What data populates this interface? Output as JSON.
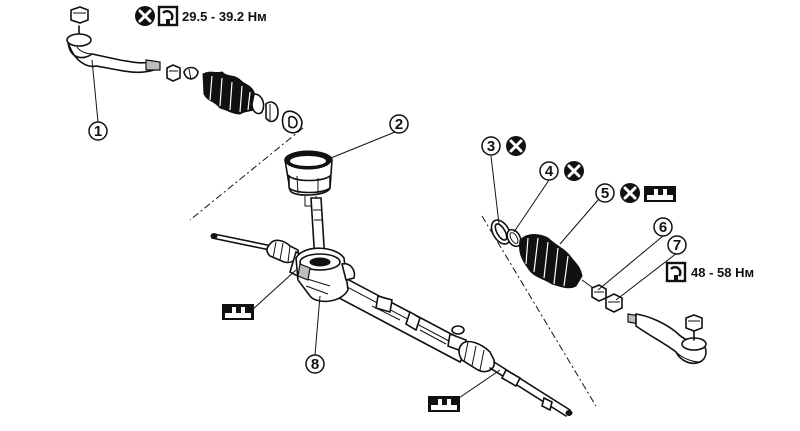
{
  "torque_top": "29.5 - 39.2 Нм",
  "torque_right": "48 - 58 Нм",
  "callouts": [
    "1",
    "2",
    "3",
    "4",
    "5",
    "6",
    "7",
    "8"
  ],
  "symbols": {
    "replace": "x-circle-icon",
    "torque": "torque-wrench-icon",
    "grease": "grease-icon"
  },
  "colors": {
    "ink": "#111111",
    "background": "#ffffff"
  }
}
